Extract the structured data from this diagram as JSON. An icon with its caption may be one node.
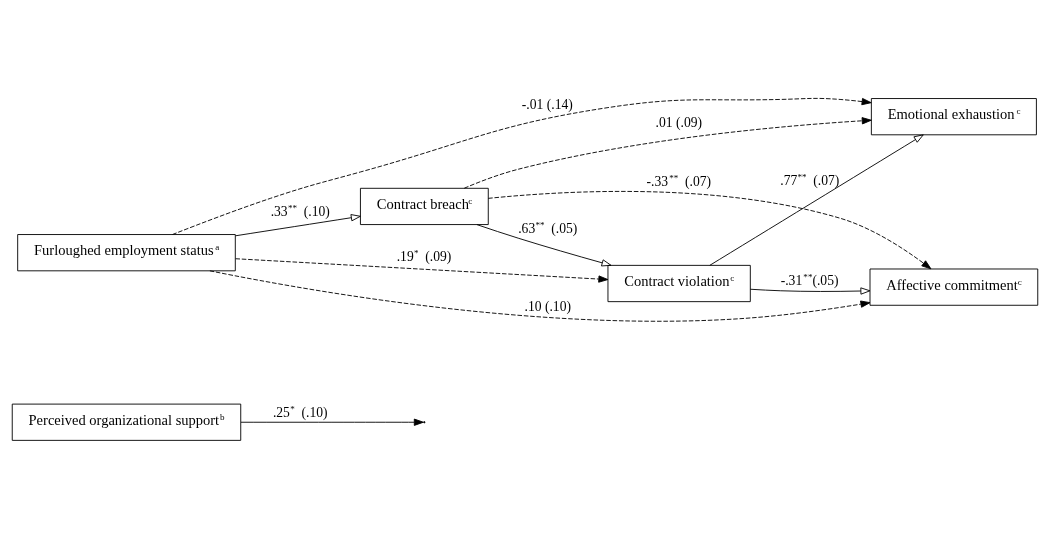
{
  "diagram": {
    "nodes": [
      {
        "text": [
          "Perceived organizational support$^{b}$"
        ]
      },
      {
        "text": [
          "Emotional exhaustion$^{c}$"
        ]
      },
      {
        "text": [
          "Furloughed employment status$^{a}$"
        ]
      },
      {
        "text": [
          "Contract breach$^{c}$"
        ]
      },
      {
        "text": [
          "Contract violation$^{c}$"
        ]
      },
      {
        "text": [
          "Affective commitment$^{c}$"
        ]
      }
    ],
    "edges": [
      {
        "from": 2,
        "to": 1,
        "arrow": "to",
        "label": "-.01 (.14)",
        "style": "dashed"
      },
      {
        "from": 3,
        "to": 1,
        "arrow": "to",
        "label": ".01 (.09)",
        "style": "dashed"
      },
      {
        "from": 0,
        "to": null,
        "arrow": "to",
        "label": ".25$^{*}$ (.10)"
      },
      {
        "from": 2,
        "to": 3,
        "arrow": "to",
        "label": ".33$^{**}$ (.10)"
      },
      {
        "from": 3,
        "to": 4,
        "arrow": "to",
        "label": ".63$^{**}$ (.05)"
      },
      {
        "from": 4,
        "to": 1,
        "arrow": "to",
        "label": ".77$^{**}$ (.07)"
      },
      {
        "from": 4,
        "to": 5,
        "arrow": "to",
        "label": "-.31$^{**}$(.05)"
      },
      {
        "from": 2,
        "to": 4,
        "arrow": "to",
        "label": ".19$^{*}$ (.09)",
        "style": "dashed"
      },
      {
        "from": 3,
        "to": 5,
        "arrow": "to",
        "label": "-.33$^{**}$ (.07)",
        "style": "dashed"
      },
      {
        "from": 2,
        "to": 5,
        "arrow": "to",
        "label": ".10 (.10)",
        "style": "dashed"
      }
    ]
  }
}
